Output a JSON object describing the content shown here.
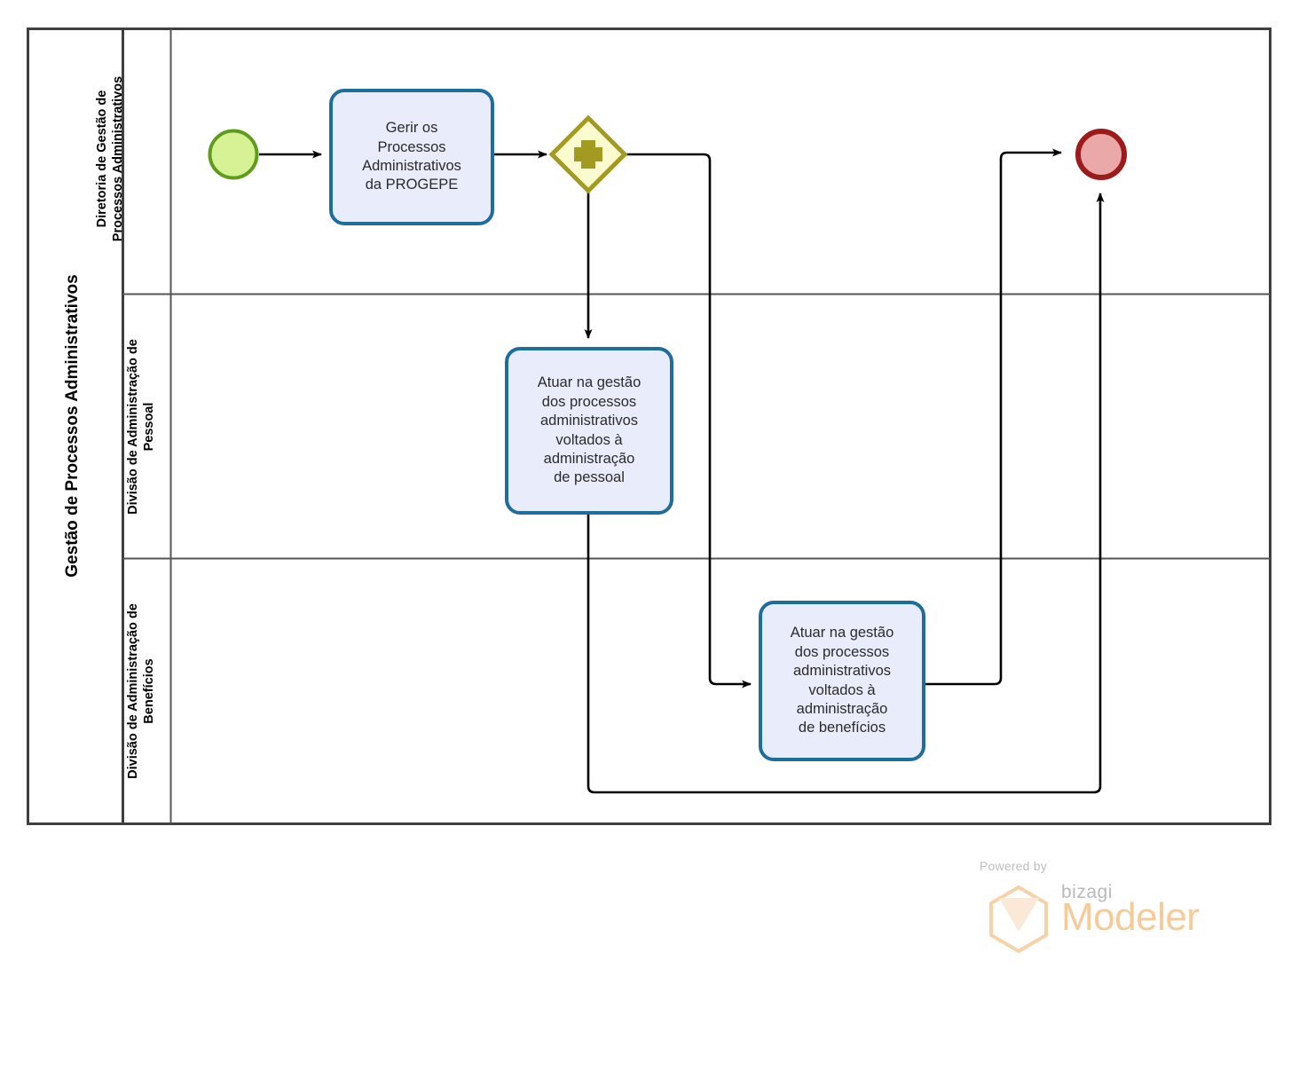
{
  "diagram": {
    "type": "bpmn-process",
    "pool_title": "Gestão de Processos Administrativos",
    "lanes": [
      {
        "id": "lane-diretoria",
        "title": "Diretoria de Gestão de\nProcessos Administrativos"
      },
      {
        "id": "lane-pessoal",
        "title": "Divisão de Administração de\nPessoal"
      },
      {
        "id": "lane-beneficios",
        "title": "Divisão de Administração de\nBenefícios"
      }
    ],
    "events": [
      {
        "id": "start-event",
        "kind": "start",
        "label": ""
      },
      {
        "id": "end-event",
        "kind": "end",
        "label": ""
      }
    ],
    "gateways": [
      {
        "id": "parallel-gateway",
        "kind": "parallel",
        "symbol": "+",
        "label": ""
      }
    ],
    "tasks": [
      {
        "id": "task-gerir-processos",
        "lane": "lane-diretoria",
        "label": "Gerir os\nProcessos\nAdministrativos\nda PROGEPE"
      },
      {
        "id": "task-gestao-pessoal",
        "lane": "lane-pessoal",
        "label": "Atuar na gestão\ndos processos\nadministrativos\nvoltados à\nadministração\nde pessoal"
      },
      {
        "id": "task-gestao-beneficios",
        "lane": "lane-beneficios",
        "label": "Atuar na gestão\ndos processos\nadministrativos\nvoltados à\nadministração\nde benefícios"
      }
    ],
    "sequence_flows": [
      {
        "from": "start-event",
        "to": "task-gerir-processos"
      },
      {
        "from": "task-gerir-processos",
        "to": "parallel-gateway"
      },
      {
        "from": "parallel-gateway",
        "to": "task-gestao-pessoal"
      },
      {
        "from": "parallel-gateway",
        "to": "task-gestao-beneficios"
      },
      {
        "from": "task-gestao-beneficios",
        "to": "end-event"
      },
      {
        "from": "task-gestao-pessoal",
        "to": "end-event"
      }
    ]
  },
  "watermark": {
    "powered_by": "Powered by",
    "brand": "bizagi",
    "product": "Modeler"
  },
  "colors": {
    "pool_border": "#3f3f3f",
    "lane_divider": "#555555",
    "task_border": "#1f6d9a",
    "task_fill": "#e9edfb",
    "task_text": "#2b2b2b",
    "start_event_border": "#5f9c1e",
    "start_event_fill": "#d6f295",
    "end_event_border": "#9c1b1b",
    "end_event_fill": "#eaa8a8",
    "gateway_border": "#a39a22",
    "gateway_fill": "#fbfbd0",
    "gateway_symbol": "#a39a22",
    "flow_line": "#000000",
    "watermark_orange": "#f6cb9a",
    "watermark_gray": "#bdbdbd"
  }
}
